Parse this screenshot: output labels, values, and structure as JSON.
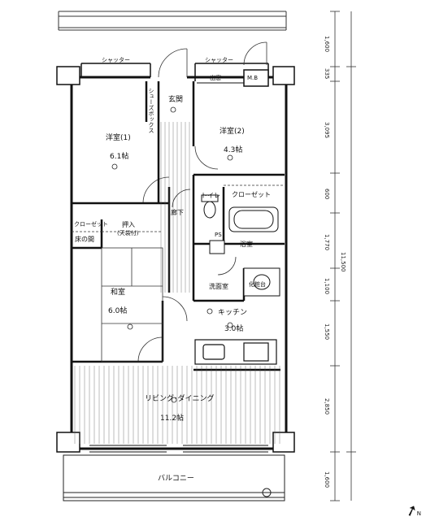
{
  "rooms": {
    "western1_name": "洋室(1)",
    "western1_size": "6.1帖",
    "western2_name": "洋室(2)",
    "western2_size": "4.3帖",
    "japanese_name": "和室",
    "japanese_size": "6.0帖",
    "kitchen_name": "キッチン",
    "kitchen_size": "3.0帖",
    "living_name": "リビング･ダイニング",
    "living_size": "11.2帖",
    "balcony": "バルコニー",
    "entrance": "玄関",
    "hallway": "廊下",
    "toilet": "トイレ",
    "bath": "浴室",
    "washroom": "洗面室",
    "closet_top": "クローゼット",
    "closet_left": "クローゼット",
    "oshiire": "押入",
    "oshiire_sub": "(天袋付)",
    "tokonoma": "床の間",
    "vanity": "化粧台",
    "shoebox": "シューズボックス",
    "bay_window": "出窓",
    "mb": "M.B",
    "ps": "PS",
    "shutter_left": "シャッター",
    "shutter_right": "シャッター"
  },
  "dimensions": {
    "d1": "1,600",
    "d2": "335",
    "d3": "3,095",
    "d4": "600",
    "d5": "1,770",
    "d6": "1,100",
    "d7": "1,550",
    "d8": "2,850",
    "d9": "1,600",
    "total": "11,500"
  },
  "north_label": "N"
}
